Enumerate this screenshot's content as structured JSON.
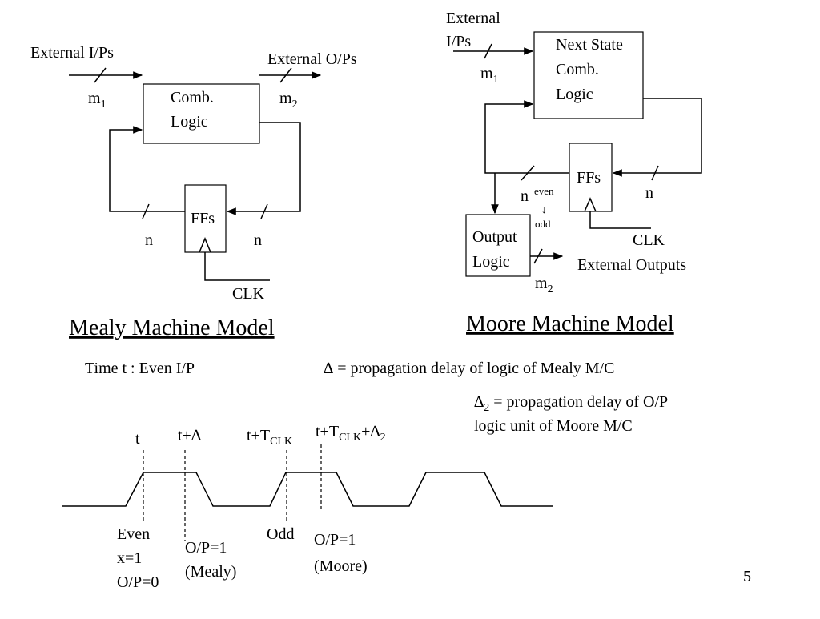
{
  "mealy": {
    "title": "Mealy Machine Model",
    "ext_inputs": "External I/Ps",
    "ext_outputs": "External O/Ps",
    "m1": "m",
    "m1_sub": "1",
    "m2": "m",
    "m2_sub": "2",
    "comb_line1": "Comb.",
    "comb_line2": "Logic",
    "ffs": "FFs",
    "n_left": "n",
    "n_right": "n",
    "clk": "CLK"
  },
  "moore": {
    "title": "Moore Machine Model",
    "ext_line1": "External",
    "ext_line2": "I/Ps",
    "m1": "m",
    "m1_sub": "1",
    "ns_line1": "Next State",
    "ns_line2": "Comb.",
    "ns_line3": "Logic",
    "ffs": "FFs",
    "n_left": "n",
    "even": "even",
    "arrow_down": "↓",
    "odd": "odd",
    "n_right": "n",
    "clk": "CLK",
    "out_line1": "Output",
    "out_line2": "Logic",
    "ext_outputs": "External Outputs",
    "m2": "m",
    "m2_sub": "2"
  },
  "notes": {
    "time_t": "Time t : Even I/P",
    "delta_sym": "∆",
    "delta_text": " = propagation delay of logic of Mealy M/C",
    "delta2_sym": "∆",
    "delta2_sub": "2",
    "delta2_text": " = propagation delay of O/P",
    "delta2_line2": "logic unit of Moore M/C"
  },
  "timing": {
    "t": "t",
    "t_delta": "t+∆",
    "t_tclk": "t+T",
    "t_tclk_sub": "CLK",
    "t_tclk_d2": "t+T",
    "t_tclk_d2_sub": "CLK",
    "t_tclk_d2_plus": "+∆",
    "t_tclk_d2_sub2": "2",
    "even": "Even",
    "x1": "x=1",
    "op0": "O/P=0",
    "op1_mealy": "O/P=1",
    "mealy": "(Mealy)",
    "odd": "Odd",
    "op1_moore": "O/P=1",
    "moore": "(Moore)"
  },
  "page_number": "5"
}
